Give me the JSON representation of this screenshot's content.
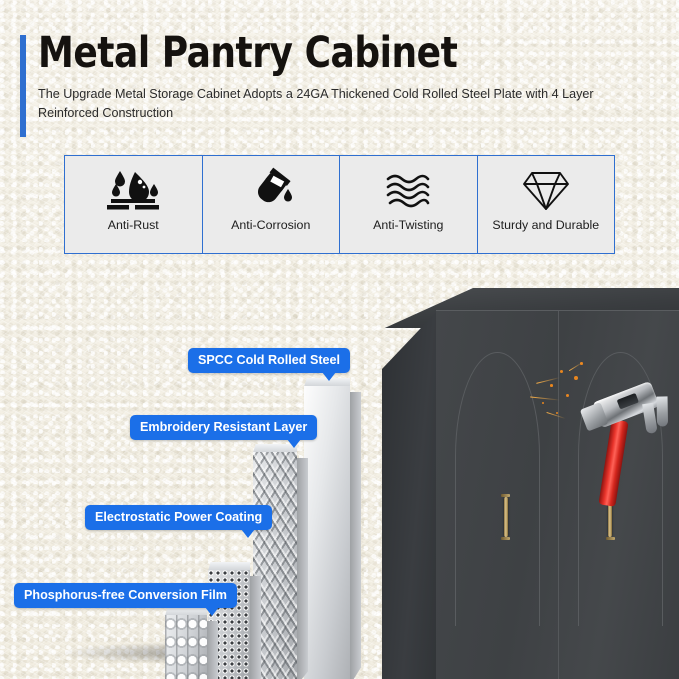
{
  "header": {
    "title": "Metal Pantry Cabinet",
    "subtitle": "The Upgrade Metal Storage Cabinet Adopts a 24GA Thickened Cold Rolled Steel Plate with 4 Layer Reinforced Construction",
    "accent_color": "#2f6fd0"
  },
  "features": [
    {
      "label": "Anti-Rust",
      "icon": "water-droplets-repel-icon"
    },
    {
      "label": "Anti-Corrosion",
      "icon": "tilted-flask-drop-icon"
    },
    {
      "label": "Anti-Twisting",
      "icon": "wavy-lines-icon"
    },
    {
      "label": "Sturdy and Durable",
      "icon": "diamond-outline-icon"
    }
  ],
  "callouts": [
    {
      "id": "spcc",
      "label": "SPCC Cold Rolled Steel"
    },
    {
      "id": "embroidery",
      "label": "Embroidery Resistant Layer"
    },
    {
      "id": "electrostatic",
      "label": "Electrostatic Power Coating"
    },
    {
      "id": "phosphorus",
      "label": "Phosphorus-free Conversion Film"
    }
  ],
  "colors": {
    "callout_blue": "#1b6fe8",
    "accent_blue": "#2f6fd0",
    "background": "#f3efe4",
    "cabinet_body": "#3e4144",
    "handle_gold": "#c0a76e",
    "hammer_handle_red": "#e8332a",
    "spark_orange": "#e8861f"
  },
  "scene": {
    "product_name": "metal-pantry-cabinet",
    "cabinet_doors": 2,
    "handle_count": 2,
    "layer_count": 4,
    "tool": "claw-hammer",
    "impact_effect": "sparks"
  }
}
